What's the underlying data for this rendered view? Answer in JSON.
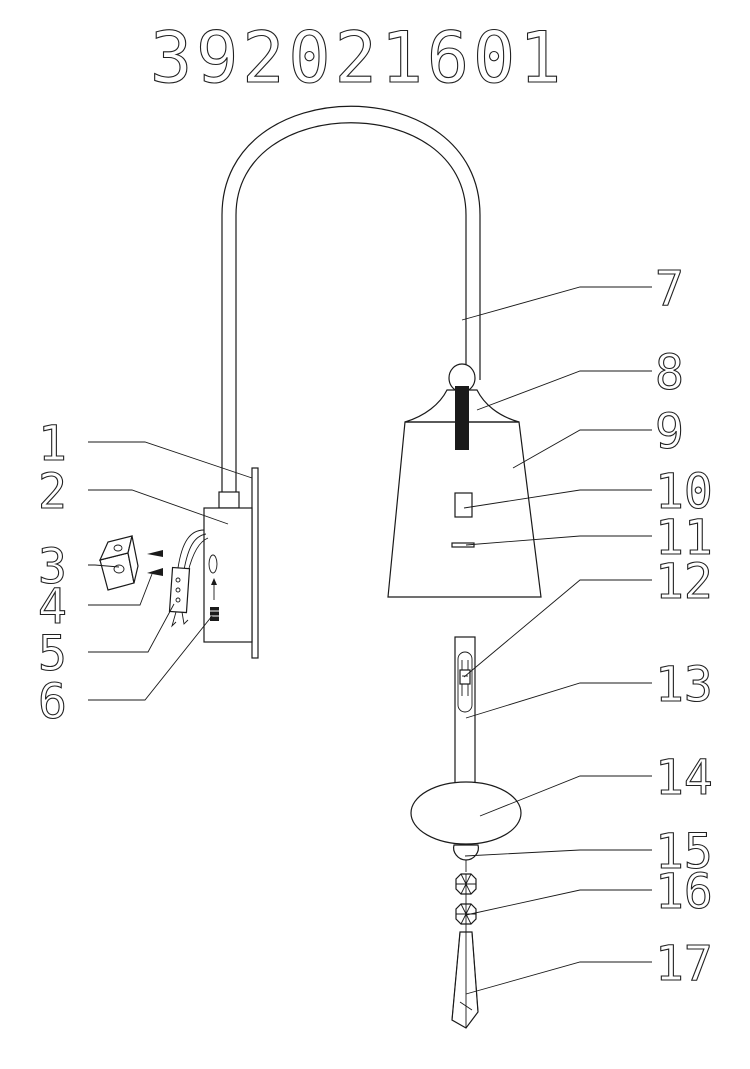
{
  "title": "392021601",
  "callouts": [
    {
      "id": "c1",
      "label": "1"
    },
    {
      "id": "c2",
      "label": "2"
    },
    {
      "id": "c3",
      "label": "3"
    },
    {
      "id": "c4",
      "label": "4"
    },
    {
      "id": "c5",
      "label": "5"
    },
    {
      "id": "c6",
      "label": "6"
    },
    {
      "id": "c7",
      "label": "7"
    },
    {
      "id": "c8",
      "label": "8"
    },
    {
      "id": "c9",
      "label": "9"
    },
    {
      "id": "c10",
      "label": "10"
    },
    {
      "id": "c11",
      "label": "11"
    },
    {
      "id": "c12",
      "label": "12"
    },
    {
      "id": "c13",
      "label": "13"
    },
    {
      "id": "c14",
      "label": "14"
    },
    {
      "id": "c15",
      "label": "15"
    },
    {
      "id": "c16",
      "label": "16"
    },
    {
      "id": "c17",
      "label": "17"
    }
  ]
}
